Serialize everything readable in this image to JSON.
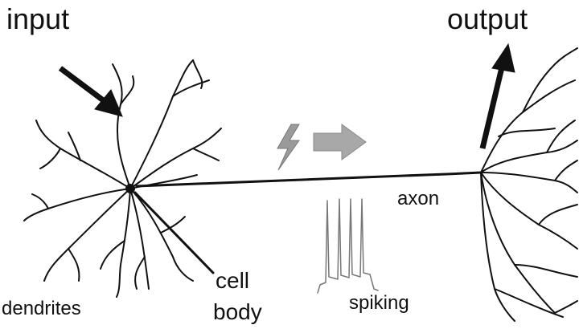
{
  "labels": {
    "input": "input",
    "output": "output",
    "axon": "axon",
    "cell_body_line1": "cell",
    "cell_body_line2": "body",
    "spiking": "spiking",
    "dendrites": "dendrites"
  },
  "colors": {
    "ink": "#111111",
    "signal_gray": "#9a9a9a"
  }
}
